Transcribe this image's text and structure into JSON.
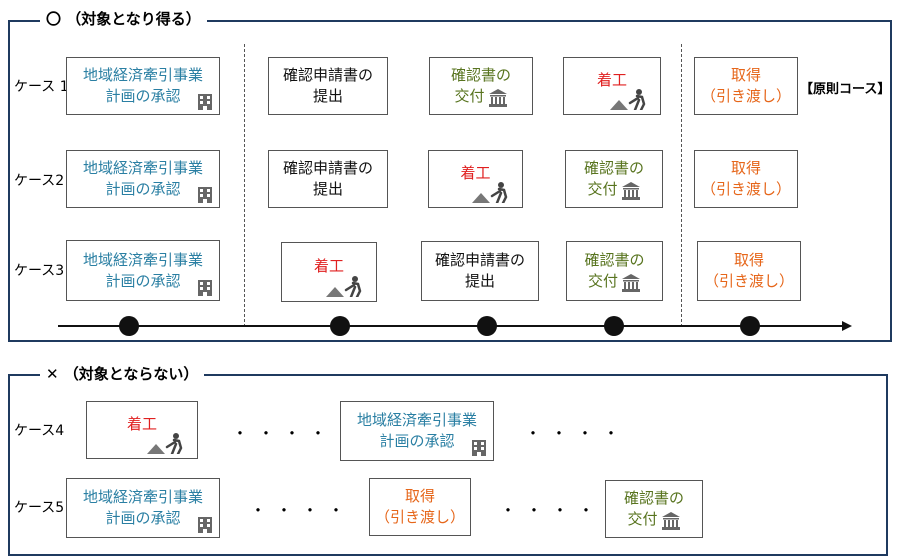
{
  "section_ok": {
    "title": "〇 （対象となり得る）"
  },
  "section_ng": {
    "title": "✕ （対象とならない）"
  },
  "cases": {
    "c1": "ケース 1",
    "c2": "ケース2",
    "c3": "ケース3",
    "c4": "ケース4",
    "c5": "ケース5"
  },
  "labels": {
    "plan_l1": "地域経済牽引事業",
    "plan_l2": "計画の承認",
    "apply_l1": "確認申請書の",
    "apply_l2": "提出",
    "confirm_l1": "確認書の",
    "confirm_l2": "交付",
    "start": "着工",
    "acquire_l1": "取得",
    "acquire_l2": "（引き渡し）"
  },
  "dots_text": "・・・・",
  "principle_note": "【原則コース】",
  "icons": {
    "plan": "office-building-icon",
    "confirm": "government-building-icon",
    "start": "construction-worker-icon"
  },
  "colors": {
    "frame": "#1f3a5f",
    "plan": "#2a7fa3",
    "confirm": "#58741f",
    "start": "#e02020",
    "acquire": "#e6661a"
  }
}
